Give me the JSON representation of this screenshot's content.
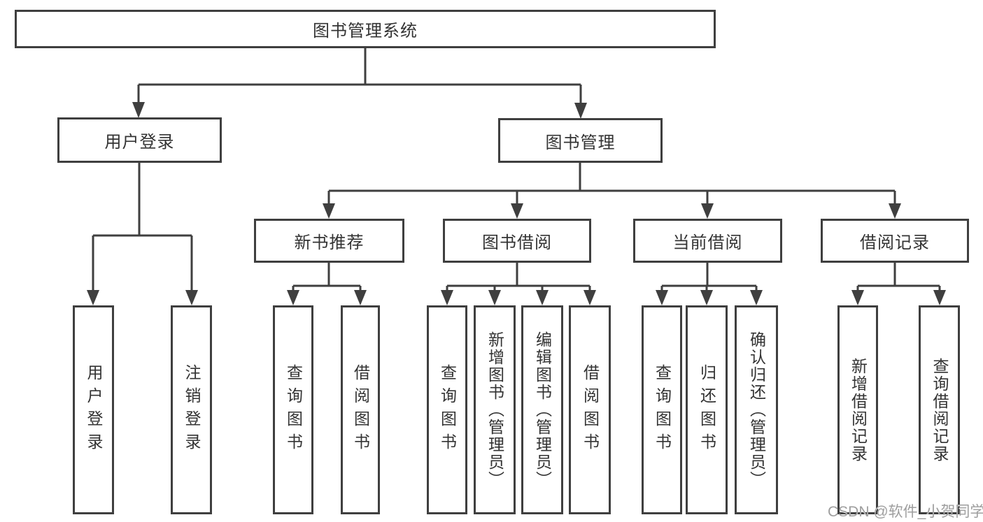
{
  "nodes": {
    "root": "图书管理系统",
    "level2": {
      "user_login": "用户登录",
      "book_management": "图书管理"
    },
    "level3": {
      "new_book_recommend": "新书推荐",
      "book_borrow": "图书借阅",
      "current_borrow": "当前借阅",
      "borrow_record": "借阅记录"
    },
    "leaves": {
      "user_login": [
        "用户登录",
        "注销登录"
      ],
      "new_book_recommend": [
        "查询图书",
        "借阅图书"
      ],
      "book_borrow": [
        "查询图书",
        "新增图书（管理员）",
        "编辑图书（管理员）",
        "借阅图书"
      ],
      "current_borrow": [
        "查询图书",
        "归还图书",
        "确认归还（管理员）"
      ],
      "borrow_record": [
        "新增借阅记录",
        "查询借阅记录"
      ]
    }
  },
  "watermark": "CSDN @软件_小贺同学",
  "colors": {
    "line": "#3f3f3f",
    "text": "#333333",
    "background": "#ffffff",
    "watermark": "#9e9e9e"
  }
}
